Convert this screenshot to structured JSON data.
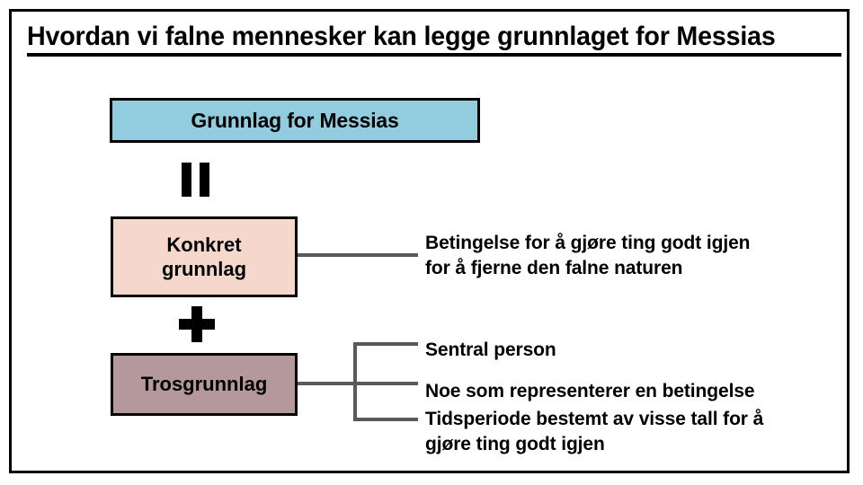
{
  "slide": {
    "title": "Hvordan vi falne mennesker kan legge grunnlaget for Messias"
  },
  "boxes": {
    "messias": "Grunnlag for Messias",
    "konkret_line1": "Konkret",
    "konkret_line2": "grunnlag",
    "trosgrunnlag": "Trosgrunnlag"
  },
  "operators": {
    "equals": "=",
    "plus": "+"
  },
  "notes": {
    "konkret_line1": "Betingelse for å gjøre ting godt igjen",
    "konkret_line2": "for å fjerne den falne naturen",
    "tros_1": "Sentral person",
    "tros_2": "Noe som representerer en betingelse",
    "tros_3_line1": "Tidsperiode bestemt av visse tall for å",
    "tros_3_line2": "gjøre ting godt igjen"
  },
  "colors": {
    "messias_box": "#92CDDF",
    "konkret_box": "#F5D8CB",
    "tros_box": "#B5989B",
    "connector": "#595959",
    "outline": "#000000",
    "background": "#FFFFFF"
  }
}
